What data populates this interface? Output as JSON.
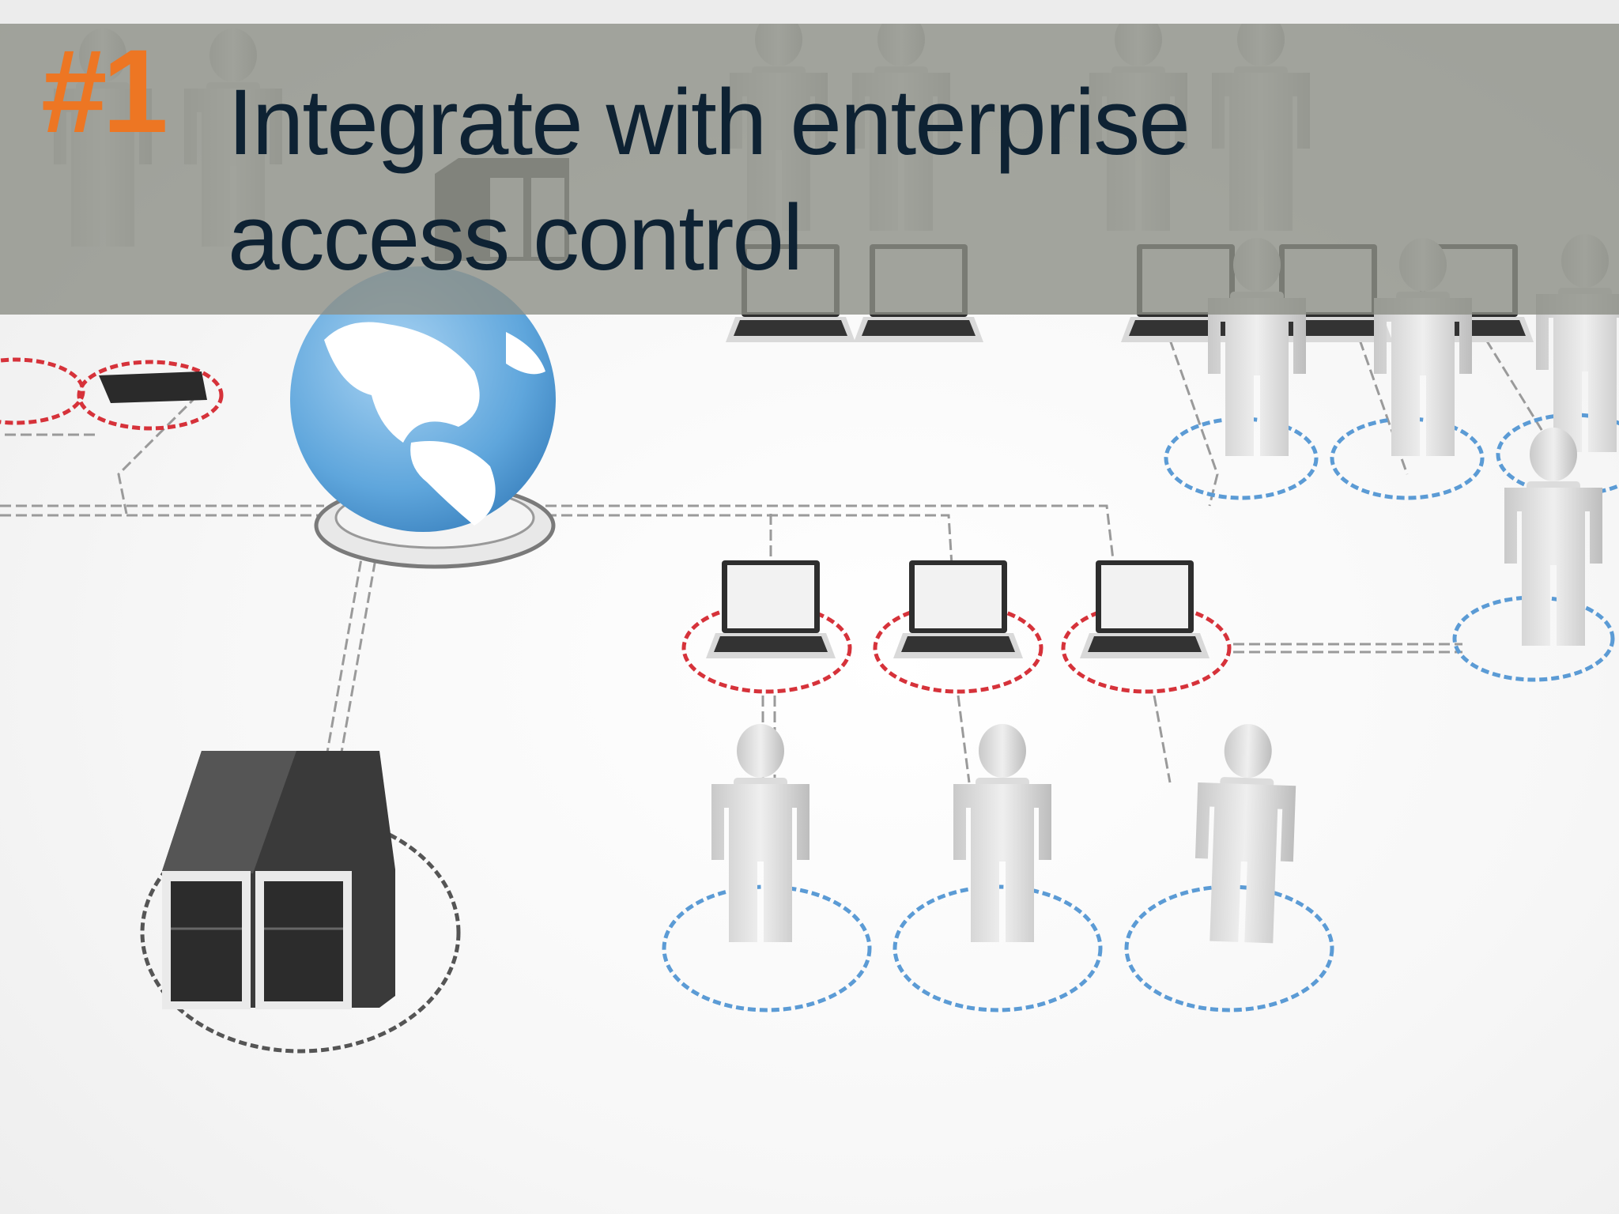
{
  "slide": {
    "number": "#1",
    "title": "Integrate with enterprise access control"
  },
  "colors": {
    "accent": "#ed7623",
    "title_text": "#0e2233",
    "band": "#8c8e86",
    "node_red": "#d6323a",
    "node_blue": "#5b9bd5",
    "globe_ocean": "#6aaee0"
  },
  "scene_icons": [
    "globe-icon",
    "server-icon",
    "laptop-icon",
    "person-icon",
    "network-line"
  ]
}
